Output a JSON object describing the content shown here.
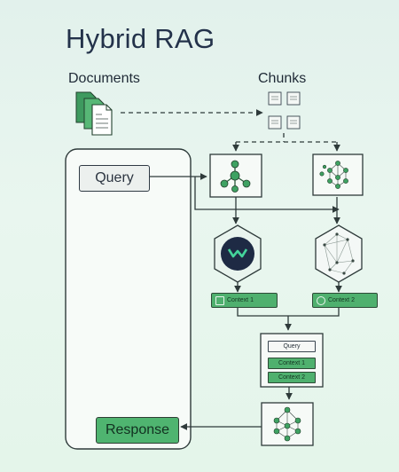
{
  "title": "Hybrid RAG",
  "labels": {
    "documents": "Documents",
    "chunks": "Chunks"
  },
  "query": "Query",
  "response": "Response",
  "contexts": {
    "context1": "Context 1",
    "context2": "Context 2"
  },
  "combine_box": {
    "query": "Query",
    "context1": "Context 1",
    "context2": "Context 2"
  },
  "colors": {
    "accent_green": "#4fb06e",
    "line": "#2e3a3a",
    "panel_fill": "#f6faf7"
  }
}
